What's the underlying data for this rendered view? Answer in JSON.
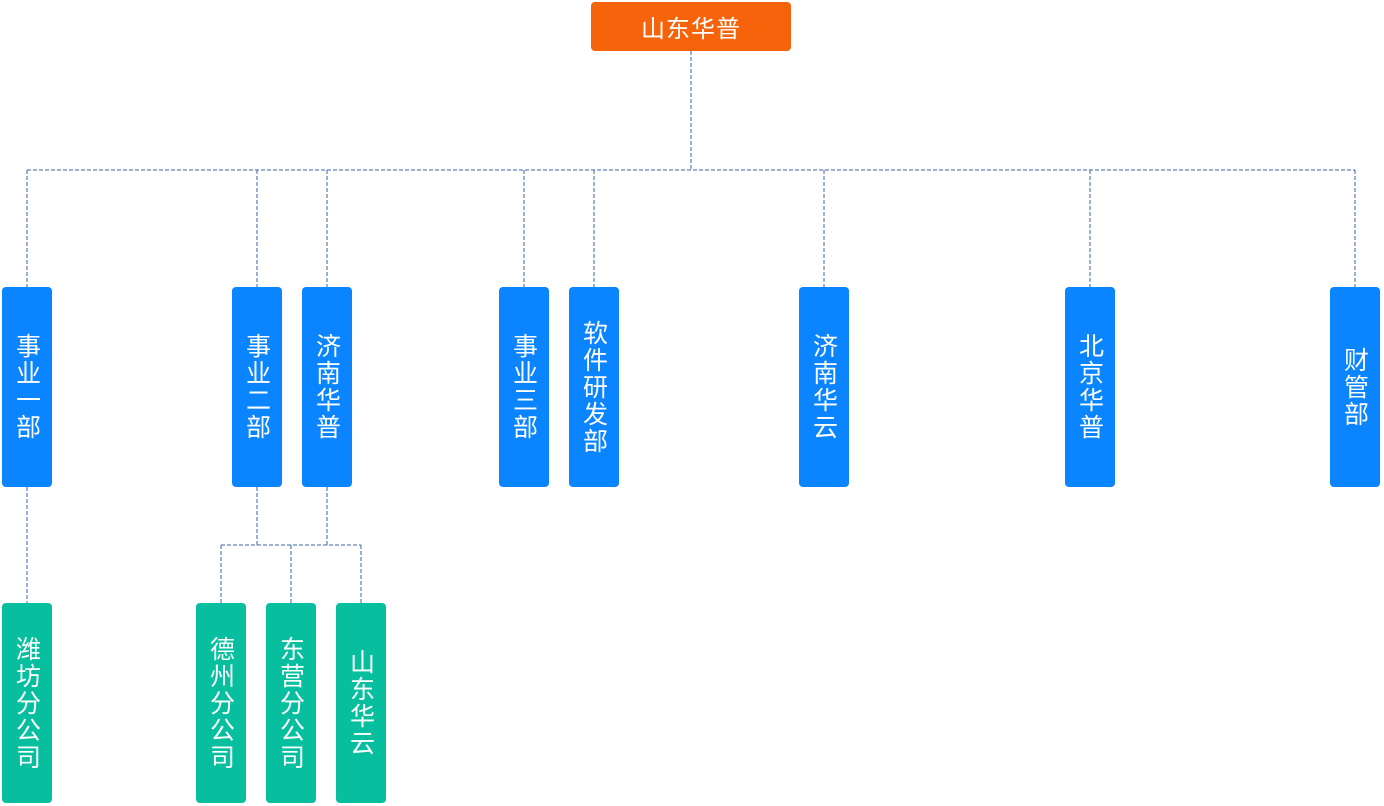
{
  "diagram": {
    "line_color": "#3a63a8",
    "root": {
      "label": "山东华普",
      "color": "#f5640a"
    },
    "departments_color": "#0a84ff",
    "branches_color": "#07bf9e",
    "departments": [
      {
        "label": "事业一部"
      },
      {
        "label": "事业二部"
      },
      {
        "label": "济南华普"
      },
      {
        "label": "事业三部"
      },
      {
        "label": "软件研发部"
      },
      {
        "label": "济南华云"
      },
      {
        "label": "北京华普"
      },
      {
        "label": "财管部"
      }
    ],
    "branches": [
      {
        "label": "潍坊分公司"
      },
      {
        "label": "德州分公司"
      },
      {
        "label": "东营分公司"
      },
      {
        "label": "山东华云"
      }
    ]
  }
}
